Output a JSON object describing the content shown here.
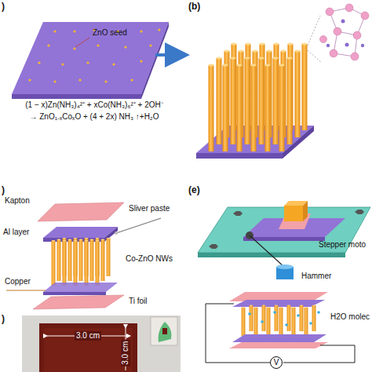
{
  "diagram": {
    "nodes": [
      {
        "text": [
          "V"
        ]
      }
    ],
    "labels": [
      ")",
      "ZnO seed",
      "(b)",
      "(1 − x)Zn(NH₃)₄²⁺ + xCo(NH₃)₆²⁺ + 2OH⁻",
      "→ ZnO₁₋ₓCoₓO + (4 + 2x) NH₃ ↑+H₂O",
      ")",
      "Kapton",
      "Sliver paste",
      "Al layer",
      "Co-ZnO NWs",
      "Copper",
      "Ti foil",
      ")",
      "3.0 cm",
      "3.0 cm",
      "(e)",
      "Stepper moto",
      "Hammer",
      "H2O molec"
    ]
  }
}
